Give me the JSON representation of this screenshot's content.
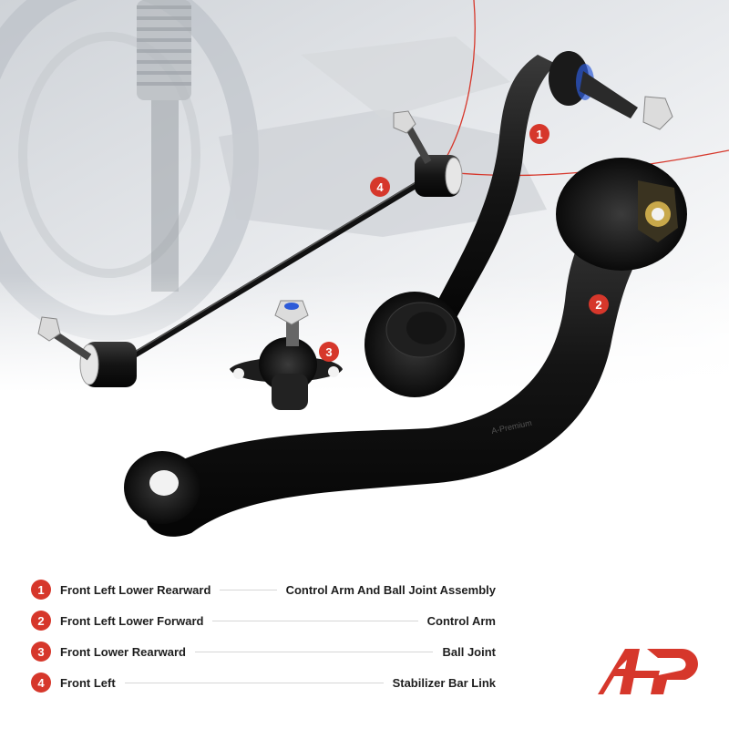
{
  "accent_color": "#d6372b",
  "parts": [
    {
      "num": "1",
      "location": "Front Left Lower Rearward",
      "part": "Control Arm And Ball Joint Assembly"
    },
    {
      "num": "2",
      "location": "Front Left Lower Forward",
      "part": "Control Arm"
    },
    {
      "num": "3",
      "location": "Front Lower Rearward",
      "part": "Ball Joint"
    },
    {
      "num": "4",
      "location": "Front Left",
      "part": "Stabilizer Bar Link"
    }
  ],
  "stamp_text": "A-Premium",
  "logo": "a-premium-logo"
}
